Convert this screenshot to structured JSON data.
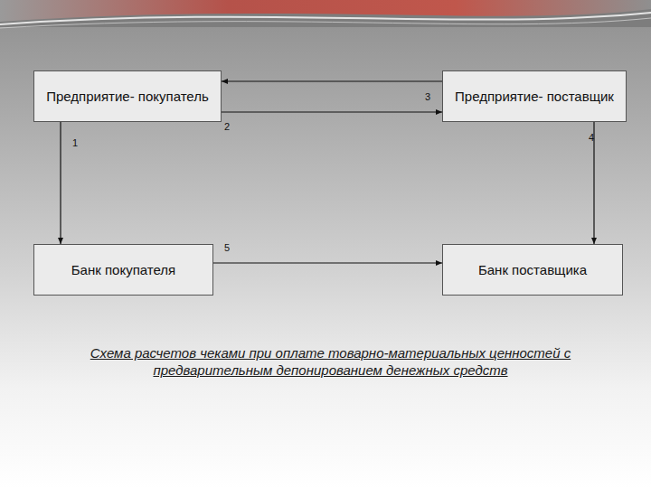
{
  "diagram": {
    "caption": "Схема расчетов чеками при оплате товарно-материальных ценностей с предварительным депонированием денежных средств",
    "nodes": [
      {
        "text": [
          "Предприятие- покупатель"
        ]
      },
      {
        "text": [
          "Предприятие- поставщик"
        ]
      },
      {
        "text": [
          "Банк покупателя"
        ]
      },
      {
        "text": [
          "Банк поставщика"
        ]
      }
    ],
    "edges": [
      {
        "from": 1,
        "to": 0,
        "arrow": "to"
      },
      {
        "from": 0,
        "to": 1,
        "arrow": "to"
      },
      {
        "from": 0,
        "to": 2,
        "arrow": "to"
      },
      {
        "from": 1,
        "to": 3,
        "arrow": "to"
      },
      {
        "from": 2,
        "to": 3,
        "arrow": "to"
      }
    ],
    "labels": [
      "1",
      "2",
      "3",
      "4",
      "5"
    ]
  }
}
